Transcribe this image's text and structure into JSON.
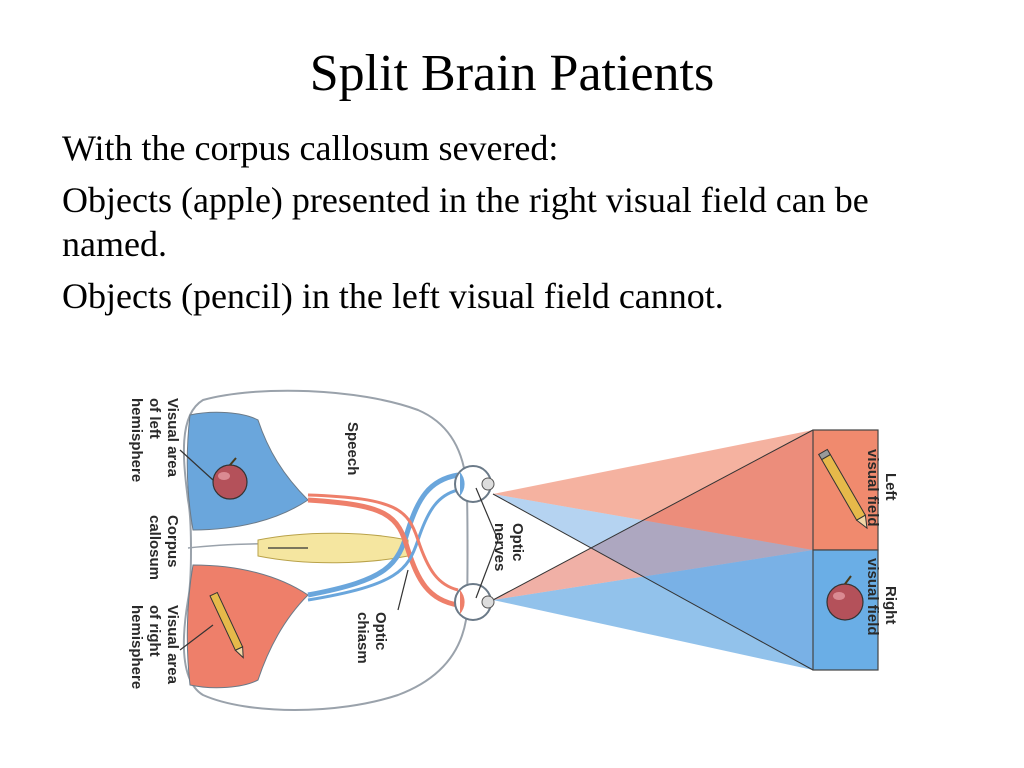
{
  "slide": {
    "title": "Split Brain Patients",
    "bullets": [
      "With the corpus callosum severed:",
      "Objects (apple) presented in the right visual field can be named.",
      "Objects (pencil) in the left visual field cannot."
    ]
  },
  "diagram": {
    "labels": {
      "visual_area_left": [
        "Visual area",
        "of left",
        "hemisphere"
      ],
      "speech": "Speech",
      "corpus_callosum": [
        "Corpus",
        "callosum"
      ],
      "visual_area_right": [
        "Visual area",
        "of right",
        "hemisphere"
      ],
      "optic_nerves": [
        "Optic",
        "nerves"
      ],
      "optic_chiasm": [
        "Optic",
        "chiasm"
      ],
      "left_visual_field": [
        "Left",
        "visual field"
      ],
      "right_visual_field": [
        "Right",
        "visual field"
      ]
    },
    "colors": {
      "left_hemisphere": "#6aa6dc",
      "right_hemisphere": "#ee7f6a",
      "corpus_callosum": "#f5e6a0",
      "left_field_fill": "#f08a6e",
      "right_field_fill": "#6aaee6",
      "brain_outline": "#9aa2ab"
    }
  }
}
